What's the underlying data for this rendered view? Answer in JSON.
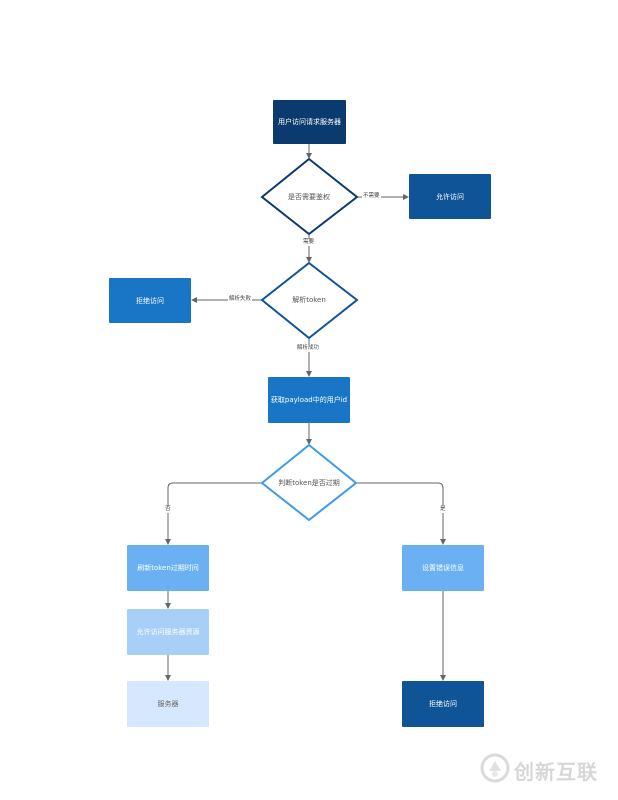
{
  "nodes": {
    "start": "用户访问请求服务器",
    "need_auth": "是否需要鉴权",
    "allow_access": "允许访问",
    "parse_token": "解析token",
    "deny_access_1": "拒绝访问",
    "get_user_id": "获取payload中的用户id",
    "token_expired": "判断token是否过期",
    "refresh_expiry": "刷新token过期时间",
    "allow_server": "允许访问服务器资源",
    "server": "服务器",
    "set_error": "设置错误信息",
    "deny_access_2": "拒绝访问"
  },
  "edges": {
    "no_need": "不需要",
    "need": "需要",
    "parse_fail": "解析失败",
    "parse_success": "解析成功",
    "no": "否",
    "yes": "是"
  },
  "colors": {
    "dark_navy": "#0b3a6e",
    "navy": "#0f5497",
    "blue": "#1976c7",
    "mid_blue": "#6ab0f3",
    "light_blue": "#a8cff8",
    "pale_blue": "#d5e8fd",
    "line": "#666666"
  },
  "watermark": {
    "text": "创新互联",
    "icon": "chuangxin-logo-icon"
  }
}
